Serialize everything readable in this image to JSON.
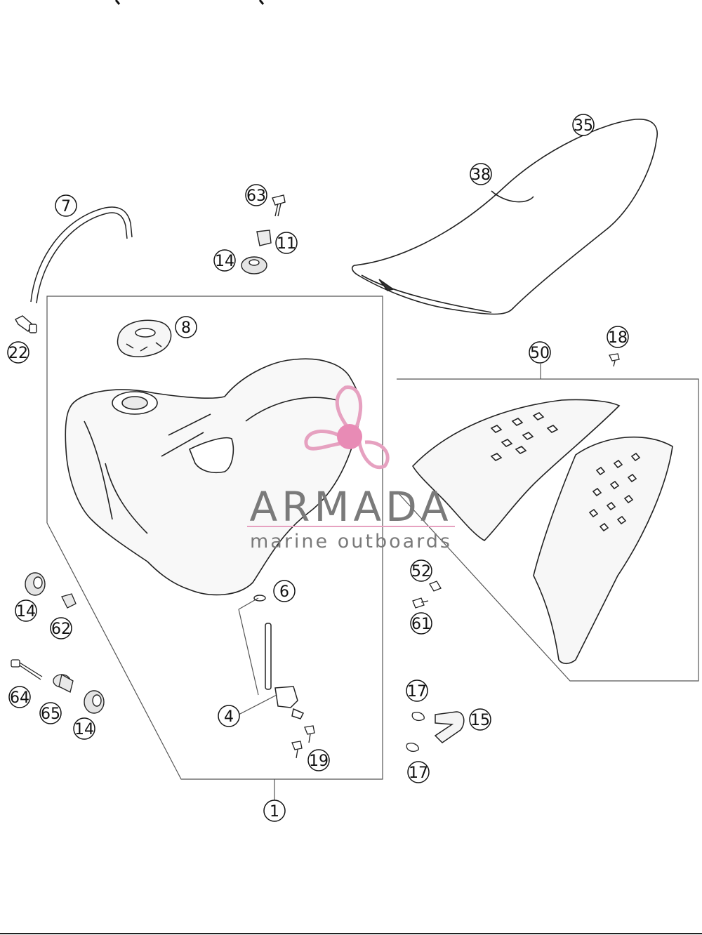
{
  "callouts": [
    {
      "id": "c1",
      "label": "1"
    },
    {
      "id": "c4",
      "label": "4"
    },
    {
      "id": "c6",
      "label": "6"
    },
    {
      "id": "c7",
      "label": "7"
    },
    {
      "id": "c8",
      "label": "8"
    },
    {
      "id": "c11",
      "label": "11"
    },
    {
      "id": "c14a",
      "label": "14"
    },
    {
      "id": "c14b",
      "label": "14"
    },
    {
      "id": "c14c",
      "label": "14"
    },
    {
      "id": "c15",
      "label": "15"
    },
    {
      "id": "c17a",
      "label": "17"
    },
    {
      "id": "c17b",
      "label": "17"
    },
    {
      "id": "c18",
      "label": "18"
    },
    {
      "id": "c19",
      "label": "19"
    },
    {
      "id": "c22",
      "label": "22"
    },
    {
      "id": "c35",
      "label": "35"
    },
    {
      "id": "c38",
      "label": "38"
    },
    {
      "id": "c50",
      "label": "50"
    },
    {
      "id": "c52",
      "label": "52"
    },
    {
      "id": "c61",
      "label": "61"
    },
    {
      "id": "c62",
      "label": "62"
    },
    {
      "id": "c63",
      "label": "63"
    },
    {
      "id": "c64",
      "label": "64"
    },
    {
      "id": "c65",
      "label": "65"
    }
  ],
  "watermark": {
    "brand": "ARMADA",
    "tagline": "marine outboards",
    "logo_color": "#e6a1c0",
    "logo_hub_color": "#e88bb5",
    "text_color": "#7a7a7a"
  }
}
